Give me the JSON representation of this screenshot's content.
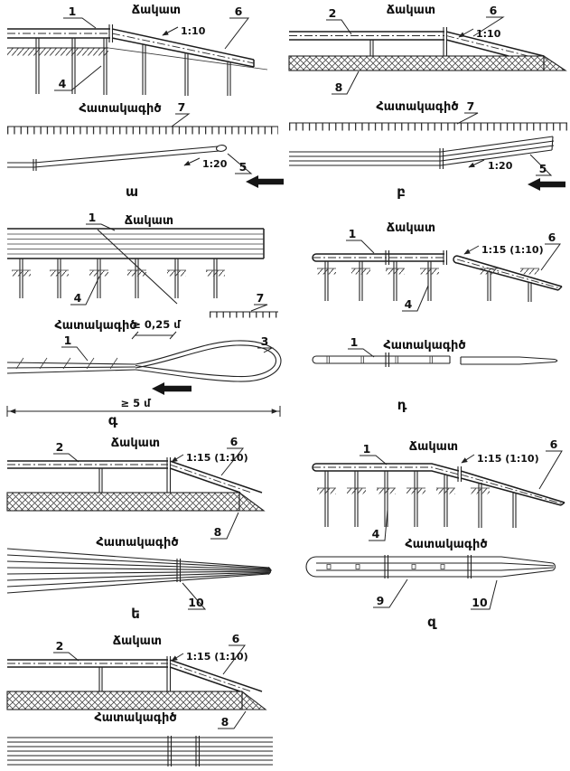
{
  "page": {
    "background": "#ffffff",
    "ink": "#222222"
  },
  "diagrams": {
    "a": {
      "letter": "ա",
      "elevation": {
        "title": "Ճակատ",
        "callout_rail": "1",
        "callout_end": "6",
        "callout_post": "4",
        "slope": "1:10"
      },
      "plan": {
        "title": "Հատակագիծ",
        "callout_edge": "7",
        "callout_tip": "5",
        "slope": "1:20"
      }
    },
    "b": {
      "letter": "բ",
      "elevation": {
        "title": "Ճակատ",
        "callout_rail": "2",
        "callout_end": "6",
        "callout_wall": "8",
        "slope": "1:10"
      },
      "plan": {
        "title": "Հատակագիծ",
        "callout_edge": "7",
        "callout_tip": "5",
        "slope": "1:20"
      }
    },
    "g": {
      "letter": "գ",
      "elevation": {
        "title": "Ճակատ",
        "callout_rail": "1",
        "callout_post": "4",
        "callout_edge": "7"
      },
      "plan": {
        "title": "Հատակագիծ",
        "callout_rail": "1",
        "callout_loop": "3",
        "offset_dim": "≥ 0,25 մ",
        "length_dim": "≥ 5 մ"
      }
    },
    "d": {
      "letter": "դ",
      "elevation": {
        "title": "Ճակատ",
        "callout_rail": "1",
        "callout_end": "6",
        "callout_post": "4",
        "slope": "1:15 (1:10)"
      },
      "plan": {
        "title": "Հատակագիծ",
        "callout_rail": "1"
      }
    },
    "e": {
      "letter": "ե",
      "elevation": {
        "title": "Ճակատ",
        "callout_rail": "2",
        "callout_end": "6",
        "callout_wall": "8",
        "slope": "1:15 (1:10)"
      },
      "plan": {
        "title": "Հատակագիծ",
        "callout_joint": "10"
      }
    },
    "z": {
      "letter": "զ",
      "elevation": {
        "title": "Ճակատ",
        "callout_rail": "1",
        "callout_end": "6",
        "callout_post": "4",
        "slope": "1:15 (1:10)"
      },
      "plan": {
        "title": "Հատակագիծ",
        "callout_post": "9",
        "callout_tip": "10"
      }
    },
    "e2": {
      "elevation": {
        "title": "Ճակատ",
        "callout_rail": "2",
        "callout_end": "6",
        "slope": "1:15 (1:10)"
      },
      "plan": {
        "title": "Հատակագիծ",
        "callout_wall": "8"
      }
    }
  }
}
